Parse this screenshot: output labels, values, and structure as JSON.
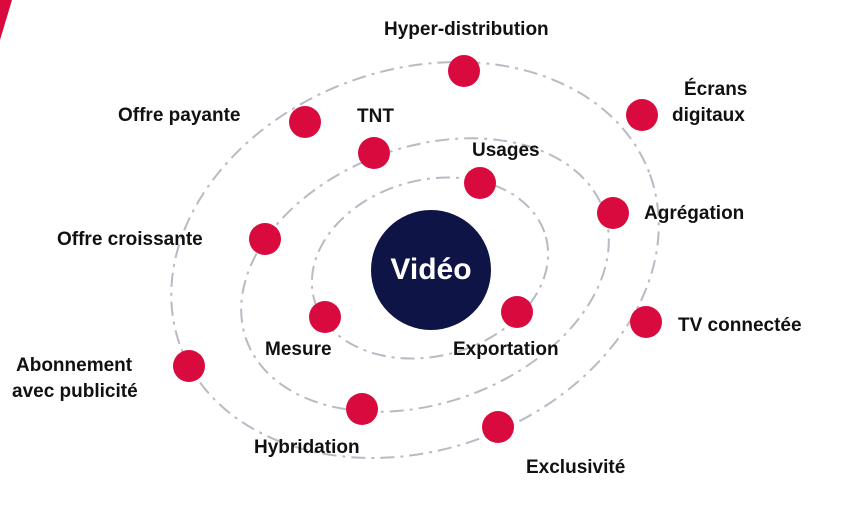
{
  "colors": {
    "accent": "#d90b3e",
    "center": "#0f1446",
    "orbit": "#b8bac4",
    "text": "#111111"
  },
  "center": {
    "label": "Vidéo"
  },
  "nodes": {
    "hyper_distribution": "Hyper-distribution",
    "ecrans_digitaux_1": "Écrans",
    "ecrans_digitaux_2": "digitaux",
    "offre_payante": "Offre payante",
    "tnt": "TNT",
    "usages": "Usages",
    "agregation": "Agrégation",
    "offre_croissante": "Offre croissante",
    "tv_connectee": "TV connectée",
    "mesure": "Mesure",
    "exportation": "Exportation",
    "abonnement_1": "Abonnement",
    "abonnement_2": "avec publicité",
    "hybridation": "Hybridation",
    "exclusivite": "Exclusivité"
  }
}
